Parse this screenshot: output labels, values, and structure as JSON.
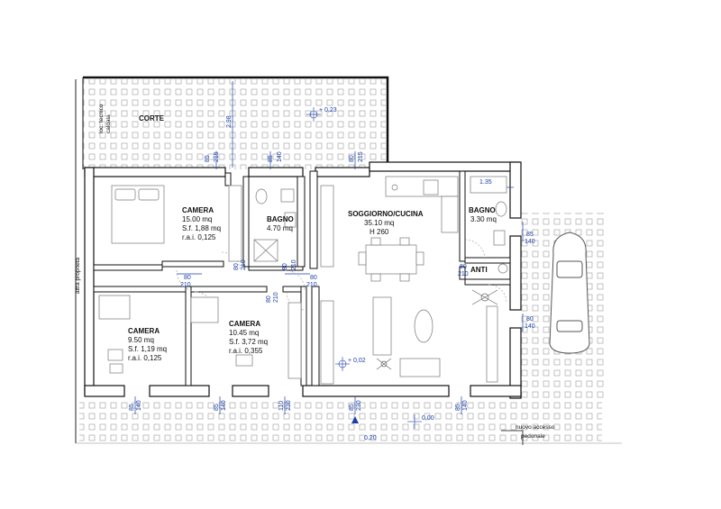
{
  "rooms": {
    "corte": {
      "title": "CORTE"
    },
    "camera1": {
      "title": "CAMERA",
      "area": "15.00 mq",
      "sf": "S.f. 1,88 mq",
      "rai": "r.a.i. 0,125"
    },
    "bagno1": {
      "title": "BAGNO",
      "area": "4.70 mq"
    },
    "soggiorno": {
      "title": "SOGGIORNO/CUCINA",
      "area": "35.10 mq",
      "height": "H 260"
    },
    "bagno2": {
      "title": "BAGNO",
      "area": "3.30 mq"
    },
    "camera2": {
      "title": "CAMERA",
      "area": "9.50 mq",
      "sf": "S.f. 1,19 mq",
      "rai": "r.a.i. 0,125"
    },
    "camera3": {
      "title": "CAMERA",
      "area": "10.45 mq",
      "sf": "S.f. 3,72 mq",
      "rai": "r.a.i. 0,355"
    },
    "anti": {
      "title": "ANTI"
    }
  },
  "notes": {
    "loc_tecnico": "loc. tecnico",
    "caldaia": "caldaia",
    "altra_proprieta": "altra proprietà",
    "accesso1": "nuovo accesso",
    "accesso2": "pedonale"
  },
  "levels": {
    "corte": "+ 0,23",
    "interior": "+ 0,02",
    "exterior": "0,00",
    "street": "0,20"
  },
  "dimensions": {
    "d298": "2.98",
    "d135": "1.35",
    "d85": "85",
    "d215": "215",
    "d140": "140",
    "d80": "80",
    "d210": "210",
    "d110": "110",
    "d230": "230"
  },
  "colors": {
    "wall": "#111111",
    "dimension": "#1a3fa8",
    "tile": "#9a9a9a"
  }
}
